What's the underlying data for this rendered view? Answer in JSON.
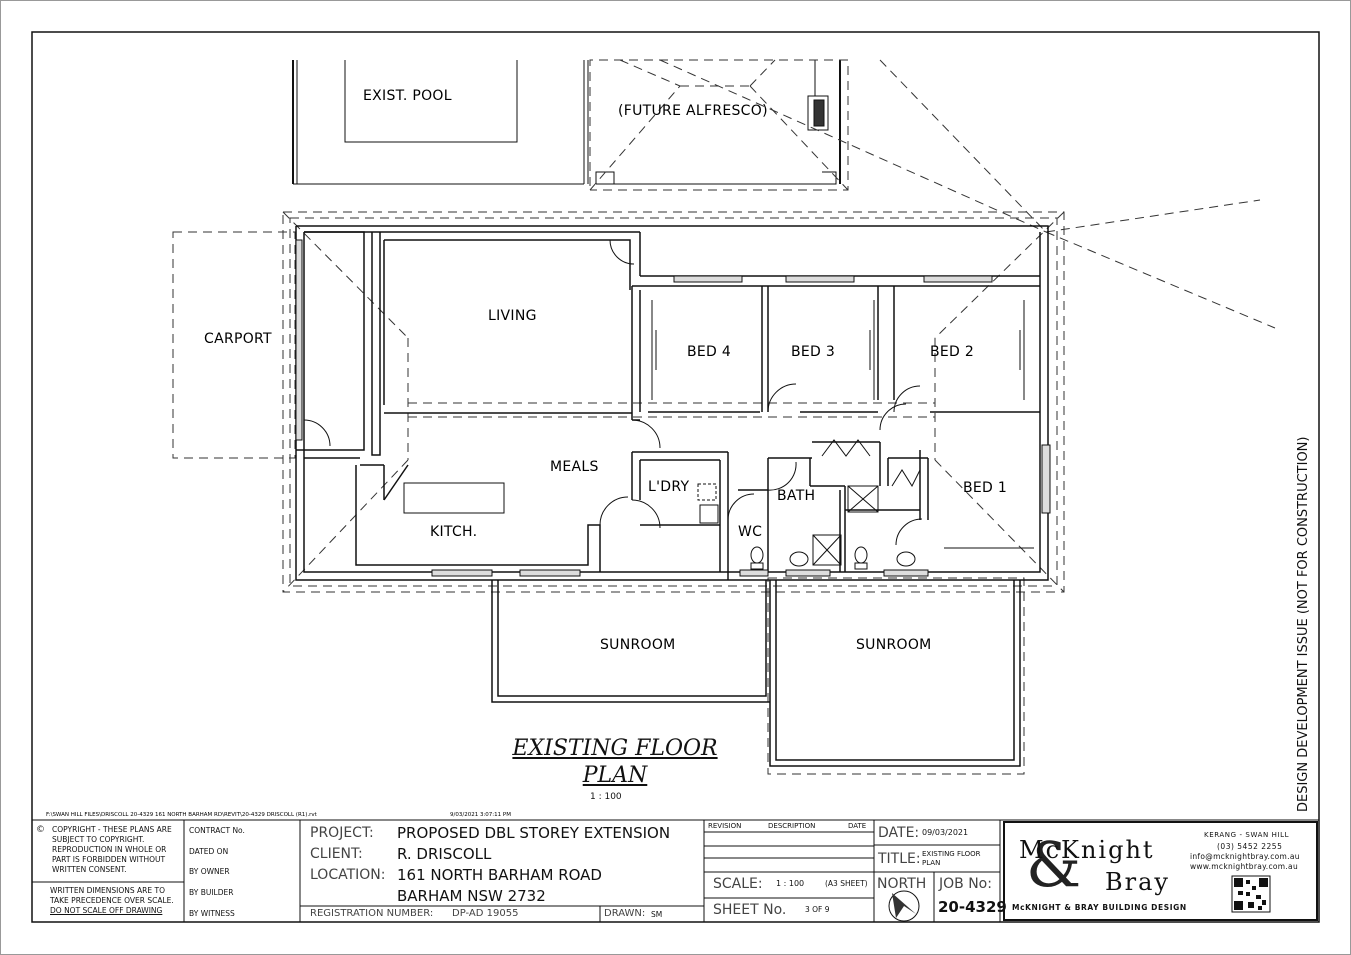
{
  "rooms": {
    "pool": "EXIST. POOL",
    "alfresco": "(FUTURE ALFRESCO)",
    "carport": "CARPORT",
    "living": "LIVING",
    "bed4": "BED 4",
    "bed3": "BED 3",
    "bed2": "BED 2",
    "meals": "MEALS",
    "ldry": "L'DRY",
    "bath": "BATH",
    "bed1": "BED 1",
    "wc": "WC",
    "kitch": "KITCH.",
    "sunroom1": "SUNROOM",
    "sunroom2": "SUNROOM"
  },
  "drawing": {
    "title_line1": "EXISTING FLOOR",
    "title_line2": "PLAN",
    "scale": "1 : 100",
    "file_path": "F:\\SWAN HILL FILES\\DRISCOLL 20-4329 161 NORTH BARHAM RD\\REVIT\\20-4329 DRISCOLL (R1).rvt",
    "timestamp": "9/03/2021 3:07:11 PM",
    "side_note": "DESIGN DEVELOPMENT ISSUE (NOT FOR CONSTRUCTION)"
  },
  "notes": {
    "copyright": "COPYRIGHT - THESE PLANS ARE SUBJECT TO COPYRIGHT. REPRODUCTION IN WHOLE OR PART IS FORBIDDEN WITHOUT WRITTEN CONSENT.",
    "dimensions_l1": "WRITTEN DIMENSIONS ARE TO",
    "dimensions_l2": "TAKE PRECEDENCE OVER SCALE.",
    "dimensions_l3": "DO NOT SCALE OFF DRAWING"
  },
  "contract": {
    "contract_no": "CONTRACT No.",
    "dated_on": "DATED ON",
    "by_owner": "BY OWNER",
    "by_builder": "BY BUILDER",
    "by_witness": "BY WITNESS"
  },
  "project": {
    "project_label": "PROJECT:",
    "project_value": "PROPOSED DBL STOREY EXTENSION",
    "client_label": "CLIENT:",
    "client_value": "R. DRISCOLL",
    "location_label": "LOCATION:",
    "location_line1": "161 NORTH BARHAM ROAD",
    "location_line2": "BARHAM NSW 2732",
    "registration_label": "REGISTRATION NUMBER:",
    "registration_value": "DP-AD 19055",
    "drawn_label": "DRAWN:",
    "drawn_value": "SM"
  },
  "revision": {
    "revision_label": "REVISION",
    "description_label": "DESCRIPTION",
    "date_label": "DATE"
  },
  "sheet": {
    "scale_label": "SCALE:",
    "scale_value": "1 : 100",
    "scale_paper": "(A3 SHEET)",
    "sheet_label": "SHEET No.",
    "sheet_value": "3 OF 9",
    "date_label": "DATE:",
    "date_value": "09/03/2021",
    "title_label": "TITLE:",
    "title_value_l1": "EXISTING FLOOR",
    "title_value_l2": "PLAN",
    "north_label": "NORTH",
    "job_label": "JOB No:",
    "job_value": "20-4329"
  },
  "company": {
    "name_top": "McKnight",
    "amp": "&",
    "name_bottom": "Bray",
    "tagline": "McKNIGHT & BRAY BUILDING DESIGN",
    "locations": "KERANG - SWAN HILL",
    "phone": "(03) 5452 2255",
    "email": "info@mcknightbray.com.au",
    "web": "www.mcknightbray.com.au"
  }
}
